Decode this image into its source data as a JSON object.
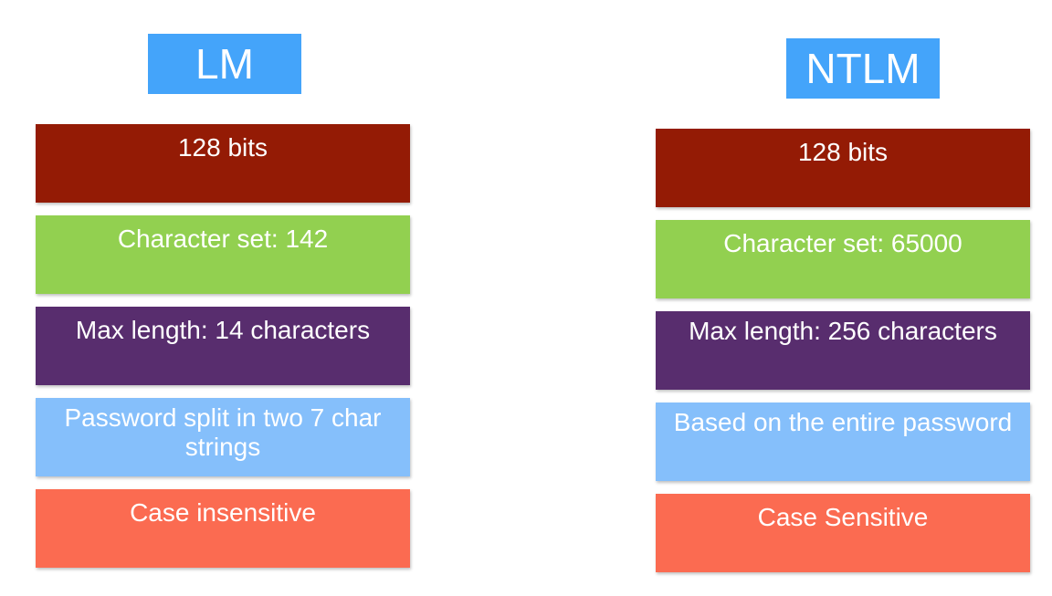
{
  "columns": [
    {
      "title": "LM",
      "boxes": [
        {
          "label": "128 bits",
          "color": "#941b05"
        },
        {
          "label": "Character set: 142",
          "color": "#92d050"
        },
        {
          "label": "Max length: 14 characters",
          "color": "#582d6e"
        },
        {
          "label": "Password split in two 7 char strings",
          "color": "#85bffb"
        },
        {
          "label": "Case insensitive",
          "color": "#fb6b51"
        }
      ]
    },
    {
      "title": "NTLM",
      "boxes": [
        {
          "label": "128 bits",
          "color": "#941b05"
        },
        {
          "label": "Character set: 65000",
          "color": "#92d050"
        },
        {
          "label": "Max length: 256 characters",
          "color": "#582d6e"
        },
        {
          "label": "Based on the entire password",
          "color": "#85bffb"
        },
        {
          "label": "Case Sensitive",
          "color": "#fb6b51"
        }
      ]
    }
  ],
  "colors": {
    "title_bg": "#44a4fa"
  }
}
